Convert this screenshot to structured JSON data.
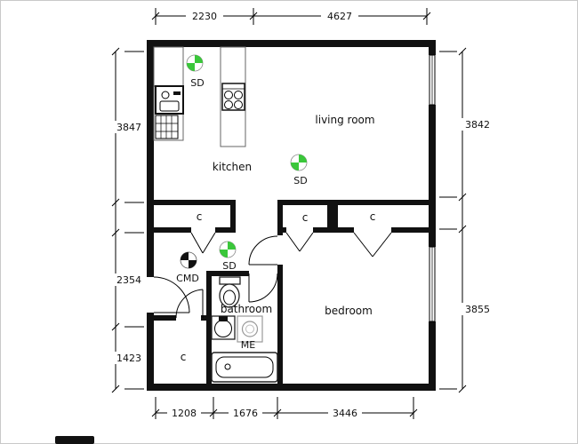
{
  "drawing": {
    "rooms": {
      "living_room": "living room",
      "kitchen": "kitchen",
      "bathroom": "bathroom",
      "bedroom": "bedroom"
    },
    "closets": [
      "c",
      "c",
      "c",
      "c"
    ],
    "detectors": {
      "sd1": "SD",
      "sd2": "SD",
      "sd3": "SD",
      "cmd": "CMD"
    },
    "equipment": {
      "me": "ME"
    },
    "dimensions": {
      "top": [
        "2230",
        "4627"
      ],
      "left": [
        "3847",
        "2354",
        "1423"
      ],
      "right": [
        "3842",
        "3855"
      ],
      "bottom": [
        "1208",
        "1676",
        "3446"
      ]
    },
    "colors": {
      "wall": "#111111",
      "detector_green": "#3ac73a"
    }
  }
}
